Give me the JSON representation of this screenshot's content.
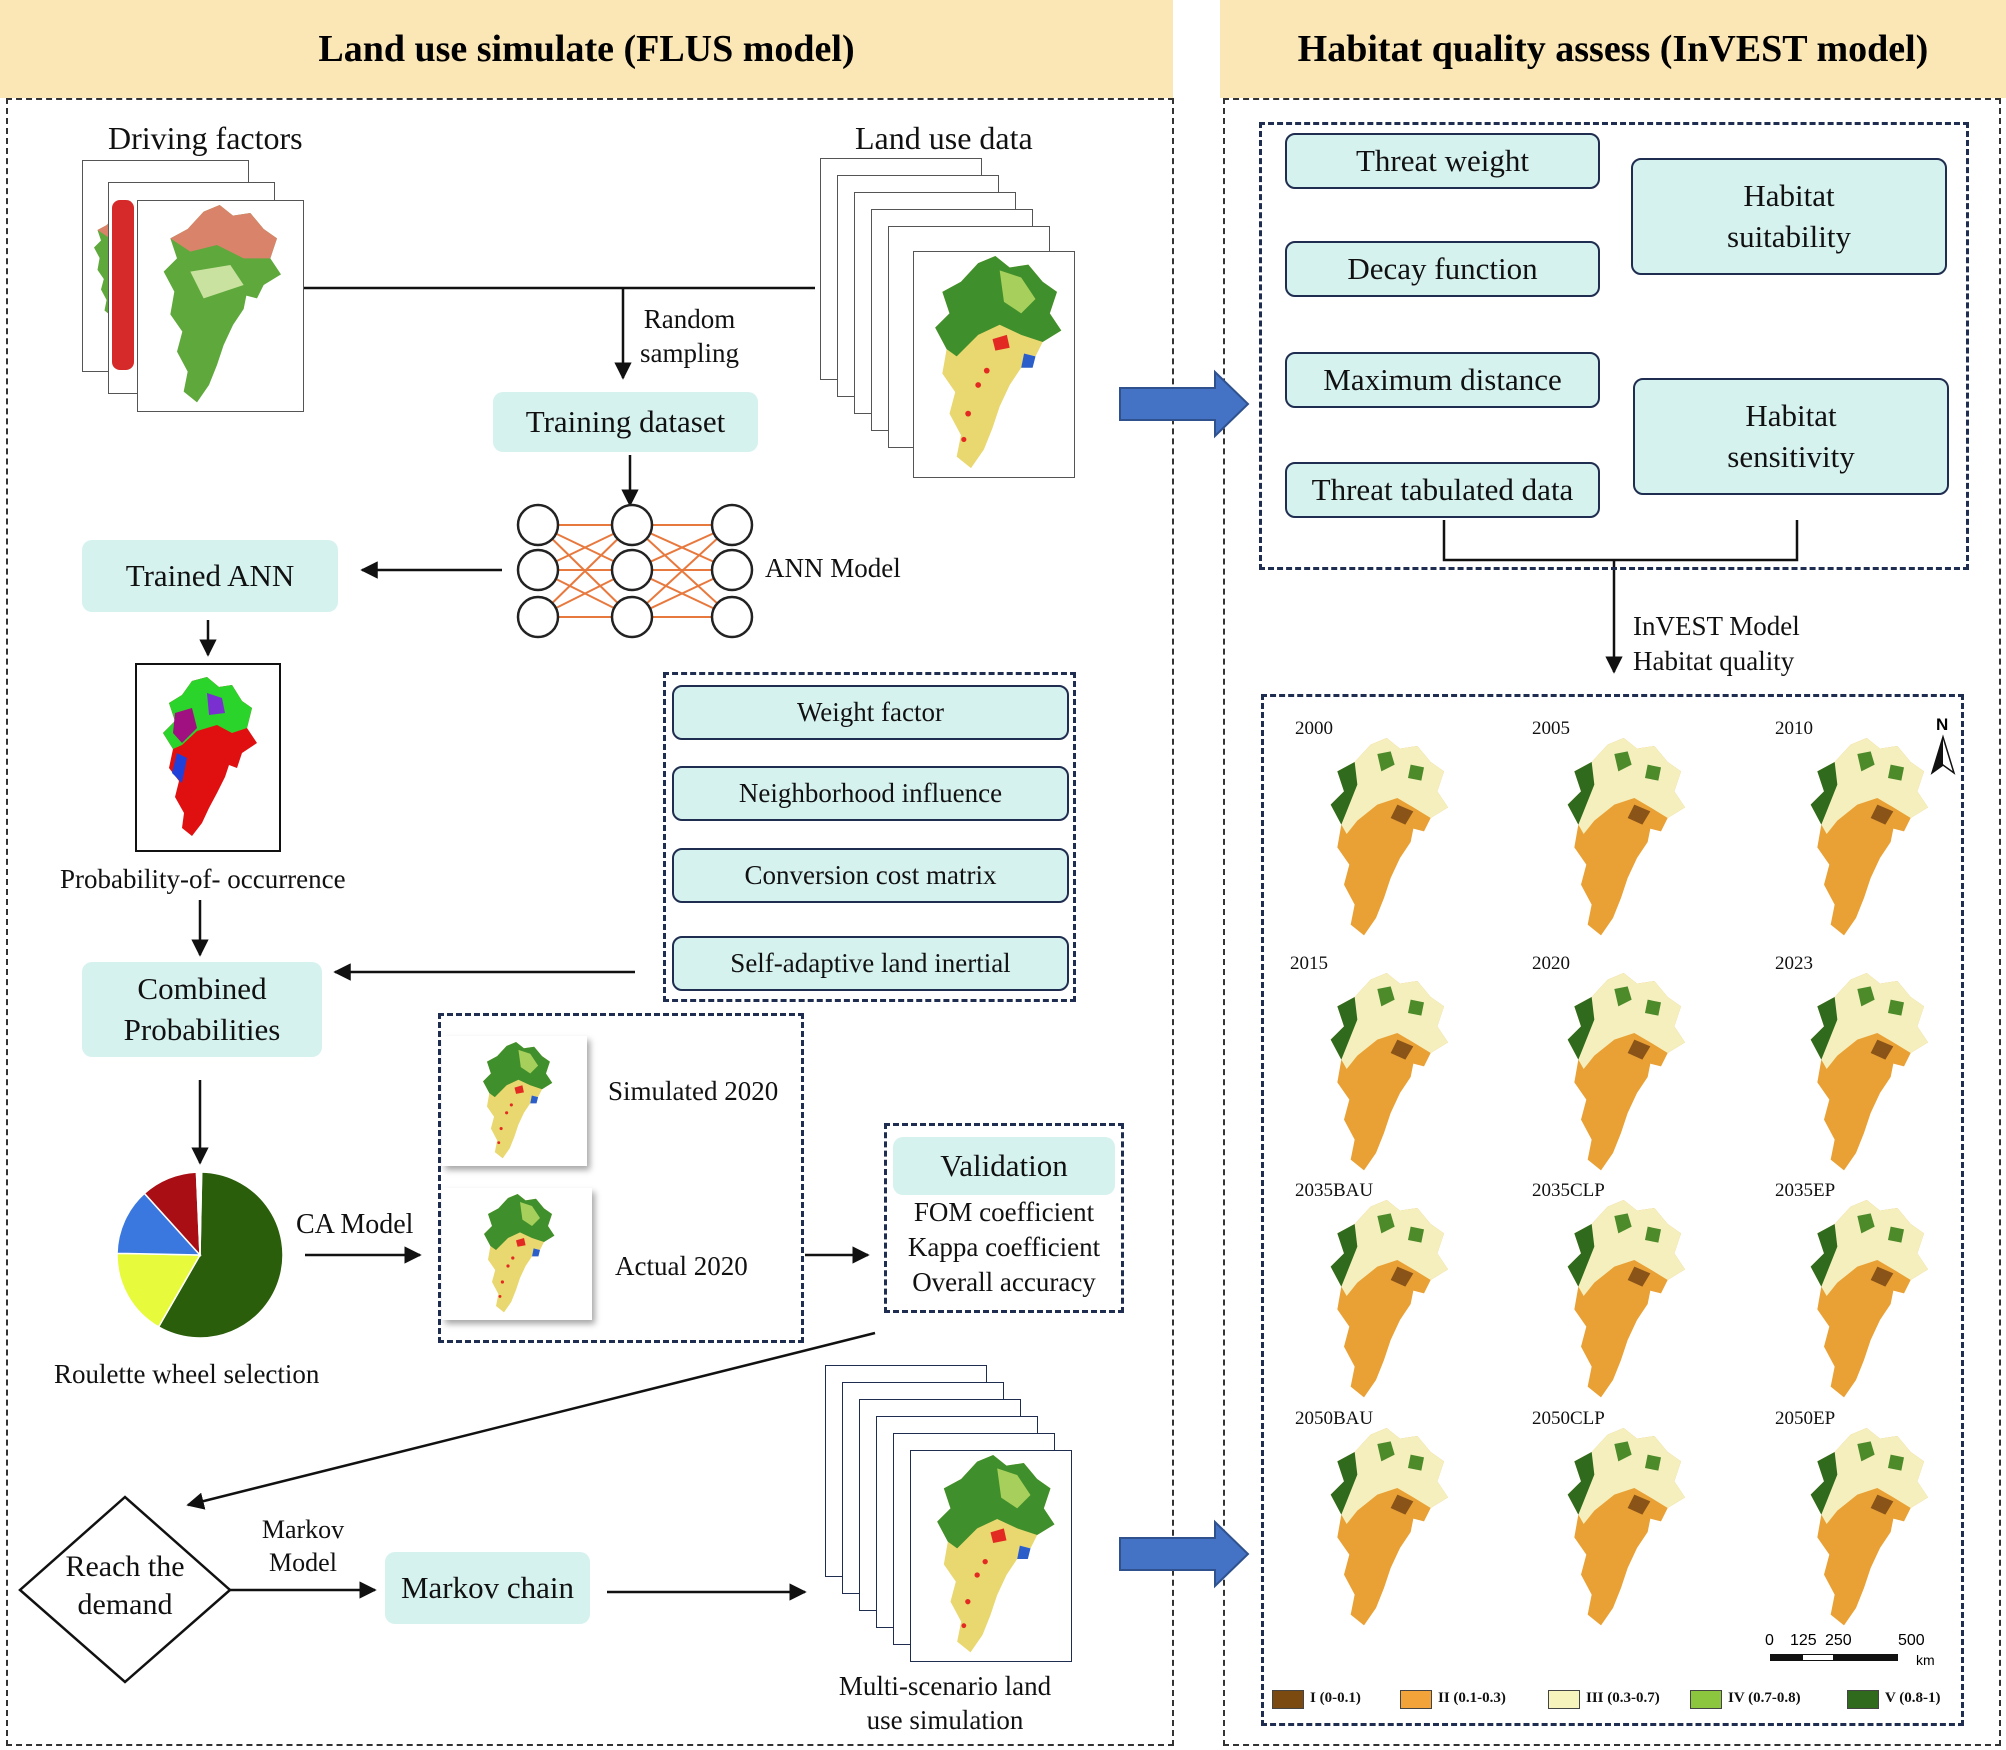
{
  "headers": {
    "left": "Land use simulate (FLUS model)",
    "right": "Habitat quality assess (InVEST model)"
  },
  "flus": {
    "driving_factors": "Driving factors",
    "land_use_data": "Land use data",
    "random_sampling": "Random\nsampling",
    "training_dataset": "Training dataset",
    "ann_model": "ANN Model",
    "trained_ann": "Trained ANN",
    "probability": "Probability-of- occurrence",
    "combined": "Combined\nProbabilities",
    "factors": [
      "Weight factor",
      "Neighborhood influence",
      "Conversion cost matrix",
      "Self-adaptive land inertial"
    ],
    "simulated": "Simulated 2020",
    "actual": "Actual 2020",
    "ca_model": "CA Model",
    "roulette": "Roulette wheel selection",
    "validation_title": "Validation",
    "validation_items": [
      "FOM coefficient",
      "Kappa coefficient",
      "Overall accuracy"
    ],
    "reach_demand": "Reach the\ndemand",
    "markov_model": "Markov\nModel",
    "markov_chain": "Markov chain",
    "multi_scenario": "Multi-scenario land\nuse simulation"
  },
  "invest": {
    "threat_weight": "Threat weight",
    "decay_function": "Decay function",
    "maximum_distance": "Maximum distance",
    "threat_tabulated": "Threat tabulated data",
    "habitat_suitability": "Habitat\nsuitability",
    "habitat_sensitivity": "Habitat\nsensitivity",
    "invest_model": "InVEST Model",
    "habitat_quality": "Habitat quality",
    "years": [
      "2000",
      "2005",
      "2010",
      "2015",
      "2020",
      "2023",
      "2035BAU",
      "2035CLP",
      "2035EP",
      "2050BAU",
      "2050CLP",
      "2050EP"
    ],
    "north": "N",
    "scale_labels": [
      "0",
      "125",
      "250",
      "500"
    ],
    "scale_unit": "km",
    "legend": [
      {
        "label": "I (0-0.1)",
        "color": "#7a4a10"
      },
      {
        "label": "II (0.1-0.3)",
        "color": "#f2a33a"
      },
      {
        "label": "III (0.3-0.7)",
        "color": "#f7f3bd"
      },
      {
        "label": "IV (0.7-0.8)",
        "color": "#8cc63f"
      },
      {
        "label": "V (0.8-1)",
        "color": "#2f6a1d"
      }
    ]
  },
  "pie": {
    "slices": [
      {
        "name": "dark green",
        "value": 0.58,
        "color": "#2b5e0a"
      },
      {
        "name": "yellow",
        "value": 0.17,
        "color": "#e8fa3c"
      },
      {
        "name": "blue",
        "value": 0.13,
        "color": "#3a78e0"
      },
      {
        "name": "red",
        "value": 0.11,
        "color": "#a80e14"
      },
      {
        "name": "white",
        "value": 0.01,
        "color": "#ffffff"
      }
    ]
  }
}
